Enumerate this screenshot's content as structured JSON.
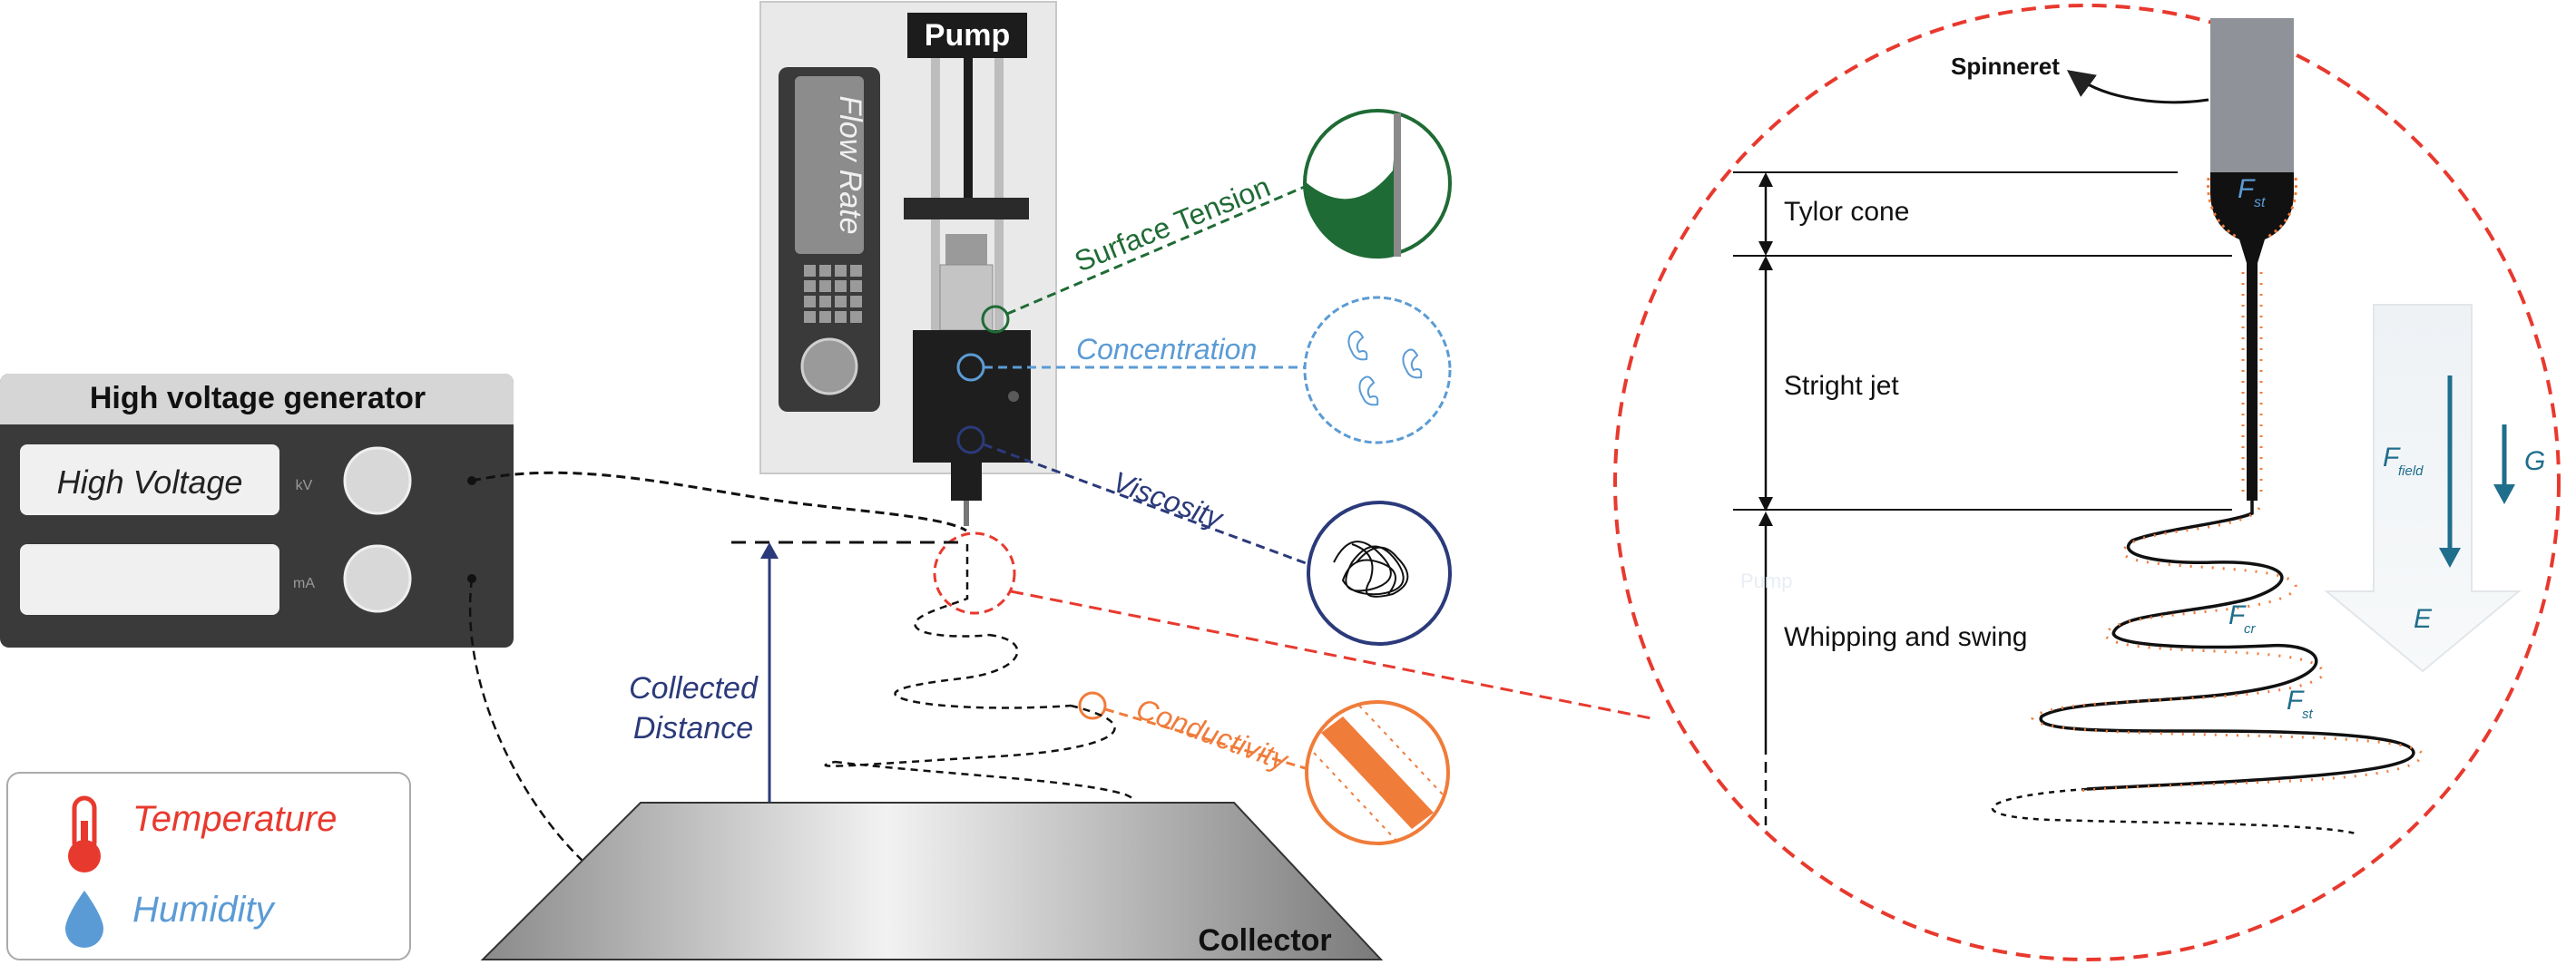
{
  "pump": {
    "title": "Pump",
    "display": "Flow Rate"
  },
  "generator": {
    "title": "High voltage generator",
    "display_top": "High Voltage",
    "unit_top": "kV",
    "unit_bottom": "mA"
  },
  "parameters": {
    "surface_tension": "Surface Tension",
    "concentration": "Concentration",
    "viscosity": "Viscosity",
    "conductivity": "Conductivity",
    "collected_distance_line1": "Collected",
    "collected_distance_line2": "Distance",
    "collector": "Collector"
  },
  "ambient": {
    "temperature": "Temperature",
    "humidity": "Humidity"
  },
  "zoom": {
    "spinneret": "Spinneret",
    "taylor_cone": "Tylor cone",
    "straight_jet": "Stright jet",
    "whipping": "Whipping and swing",
    "pump_faint": "Pump",
    "force_st": "F",
    "force_st_sub": "st",
    "force_field": "F",
    "force_field_sub": "field",
    "force_cr": "F",
    "force_cr_sub": "cr",
    "force_st2": "F",
    "force_st2_sub": "st",
    "gravity": "G",
    "electric": "E"
  },
  "colors": {
    "green": "#1f6b35",
    "light_blue": "#5b9bd5",
    "navy": "#2b3a7a",
    "orange": "#f07c3a",
    "red": "#e8392e",
    "dark_panel": "#3a3a3a",
    "teal": "#1f6e8c"
  }
}
